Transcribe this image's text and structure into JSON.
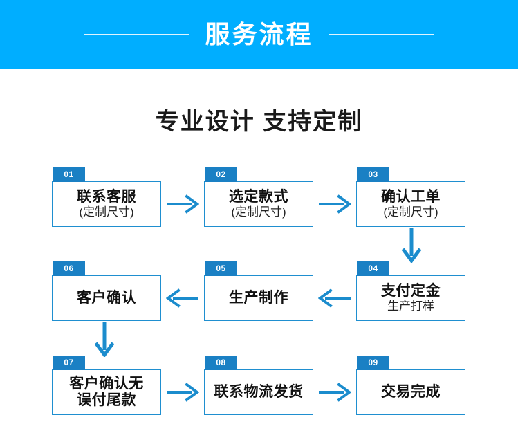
{
  "banner": {
    "title": "服务流程",
    "background_color": "#00aeff",
    "rule_color": "#dff4ff",
    "title_color": "#ffffff"
  },
  "subtitle": "专业设计  支持定制",
  "theme": {
    "node_border_color": "#1f8fd0",
    "tab_color": "#1a80c4",
    "arrow_color": "#1b8ccd",
    "text_color": "#111111"
  },
  "flow": {
    "nodes": [
      {
        "number": "01",
        "title": "联系客服",
        "subtitle": "(定制尺寸)",
        "row": 1,
        "col": 1
      },
      {
        "number": "02",
        "title": "选定款式",
        "subtitle": "(定制尺寸)",
        "row": 1,
        "col": 2
      },
      {
        "number": "03",
        "title": "确认工单",
        "subtitle": "(定制尺寸)",
        "row": 1,
        "col": 3
      },
      {
        "number": "04",
        "title": "支付定金",
        "subtitle": "生产打样",
        "row": 2,
        "col": 3
      },
      {
        "number": "05",
        "title": "生产制作",
        "subtitle": "",
        "row": 2,
        "col": 2
      },
      {
        "number": "06",
        "title": "客户确认",
        "subtitle": "",
        "row": 2,
        "col": 1
      },
      {
        "number": "07",
        "title": "客户确认无误付尾款",
        "subtitle": "",
        "row": 3,
        "col": 1
      },
      {
        "number": "08",
        "title": "联系物流发货",
        "subtitle": "",
        "row": 3,
        "col": 2
      },
      {
        "number": "09",
        "title": "交易完成",
        "subtitle": "",
        "row": 3,
        "col": 3
      }
    ],
    "connectors": [
      {
        "from": "01",
        "to": "02",
        "direction": "right"
      },
      {
        "from": "02",
        "to": "03",
        "direction": "right"
      },
      {
        "from": "03",
        "to": "04",
        "direction": "down"
      },
      {
        "from": "04",
        "to": "05",
        "direction": "left"
      },
      {
        "from": "05",
        "to": "06",
        "direction": "left"
      },
      {
        "from": "06",
        "to": "07",
        "direction": "down"
      },
      {
        "from": "07",
        "to": "08",
        "direction": "right"
      },
      {
        "from": "08",
        "to": "09",
        "direction": "right"
      }
    ]
  }
}
